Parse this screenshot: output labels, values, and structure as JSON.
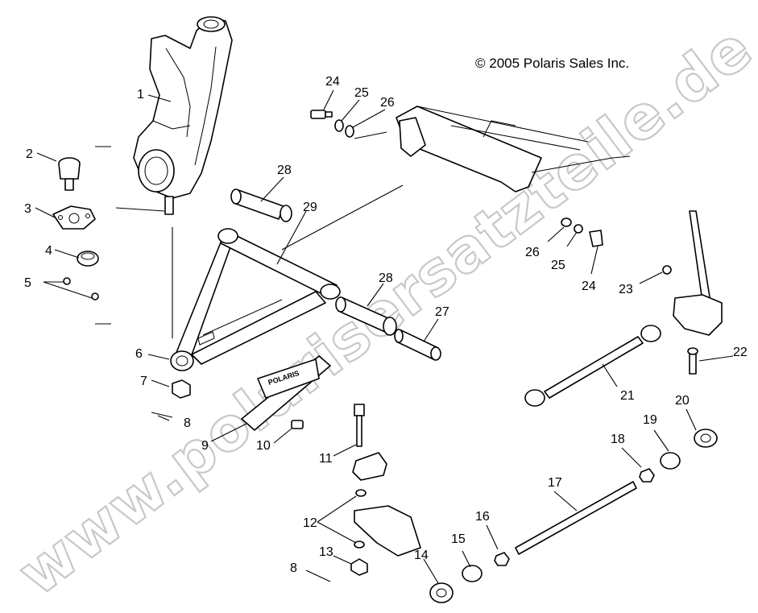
{
  "copyright": "© 2005 Polaris Sales Inc.",
  "watermark": "www.polarisersatzteile.de",
  "brand_plate": "POLARIS",
  "callouts": [
    "1",
    "2",
    "3",
    "4",
    "5",
    "6",
    "7",
    "8",
    "9",
    "10",
    "11",
    "12",
    "13",
    "8",
    "14",
    "15",
    "16",
    "17",
    "18",
    "19",
    "20",
    "21",
    "22",
    "23",
    "24",
    "25",
    "26",
    "24",
    "25",
    "26",
    "27",
    "28",
    "28",
    "29"
  ]
}
